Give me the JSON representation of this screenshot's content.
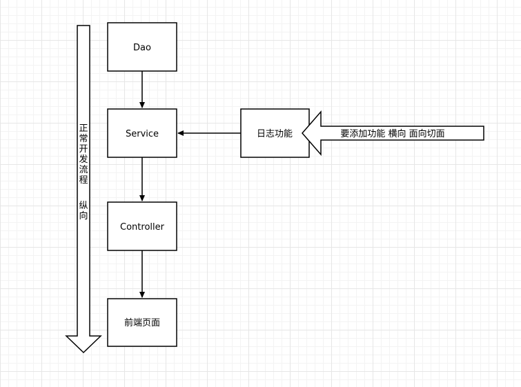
{
  "nodes": {
    "dao": "Dao",
    "service": "Service",
    "controller": "Controller",
    "frontend": "前端页面",
    "logging": "日志功能"
  },
  "arrows": {
    "horizontal_label": "要添加功能 横向 面向切面",
    "vertical_label_chars": [
      "正",
      "常",
      "开",
      "发",
      "流",
      "程",
      "纵",
      "向"
    ]
  }
}
